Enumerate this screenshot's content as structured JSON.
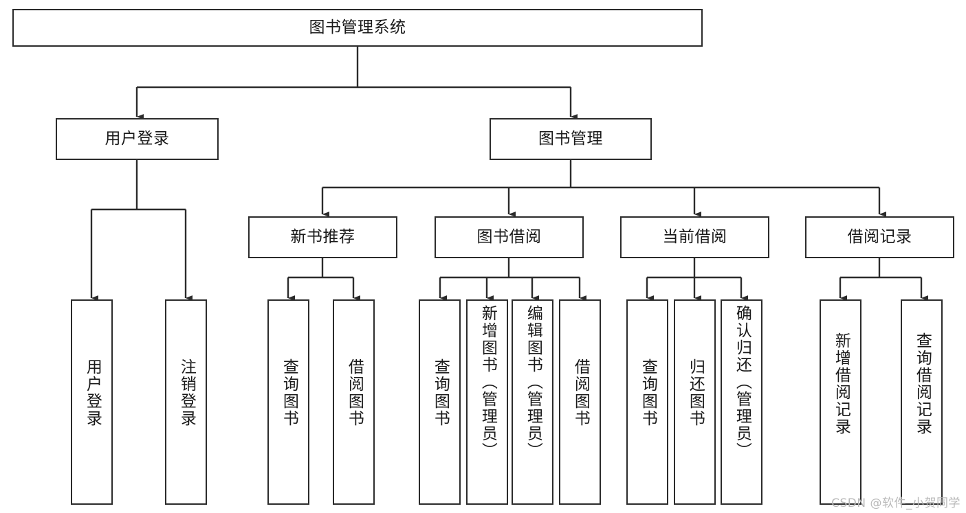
{
  "diagram": {
    "title": "图书管理系统",
    "type": "tree-hierarchy-chart",
    "watermark": "CSDN @软件_小贺同学",
    "colors": {
      "stroke": "#2b2b2b",
      "fill": "#ffffff",
      "text": "#1a1a1a",
      "watermark": "#b9b9b9"
    },
    "levels": {
      "level1": "图书管理系统",
      "level2": [
        "用户登录",
        "图书管理"
      ],
      "level3": [
        "新书推荐",
        "图书借阅",
        "当前借阅",
        "借阅记录"
      ]
    },
    "nodes": {
      "root": "图书管理系统",
      "user_login": "用户登录",
      "book_manage": "图书管理",
      "new_book_rec": "新书推荐",
      "book_borrow": "图书借阅",
      "current_borrow": "当前借阅",
      "borrow_record": "借阅记录",
      "leaf_user_login": "用户登录",
      "leaf_logout": "注销登录",
      "leaf_query_book_a": "查询图书",
      "leaf_borrow_book_a": "借阅图书",
      "leaf_query_book_b": "查询图书",
      "leaf_add_book_admin": "新增图书（管理员）",
      "leaf_edit_book_admin": "编辑图书（管理员）",
      "leaf_borrow_book_b": "借阅图书",
      "leaf_query_book_c": "查询图书",
      "leaf_return_book": "归还图书",
      "leaf_confirm_return_admin": "确认归还（管理员）",
      "leaf_add_record": "新增借阅记录",
      "leaf_query_record": "查询借阅记录"
    },
    "edges": [
      {
        "from": "图书管理系统",
        "to": "用户登录"
      },
      {
        "from": "图书管理系统",
        "to": "图书管理"
      },
      {
        "from": "用户登录",
        "to": "用户登录"
      },
      {
        "from": "用户登录",
        "to": "注销登录"
      },
      {
        "from": "图书管理",
        "to": "新书推荐"
      },
      {
        "from": "图书管理",
        "to": "图书借阅"
      },
      {
        "from": "图书管理",
        "to": "当前借阅"
      },
      {
        "from": "图书管理",
        "to": "借阅记录"
      },
      {
        "from": "新书推荐",
        "to": "查询图书"
      },
      {
        "from": "新书推荐",
        "to": "借阅图书"
      },
      {
        "from": "图书借阅",
        "to": "查询图书"
      },
      {
        "from": "图书借阅",
        "to": "新增图书（管理员）"
      },
      {
        "from": "图书借阅",
        "to": "编辑图书（管理员）"
      },
      {
        "from": "图书借阅",
        "to": "借阅图书"
      },
      {
        "from": "当前借阅",
        "to": "查询图书"
      },
      {
        "from": "当前借阅",
        "to": "归还图书"
      },
      {
        "from": "当前借阅",
        "to": "确认归还（管理员）"
      },
      {
        "from": "借阅记录",
        "to": "新增借阅记录"
      },
      {
        "from": "借阅记录",
        "to": "查询借阅记录"
      }
    ]
  }
}
